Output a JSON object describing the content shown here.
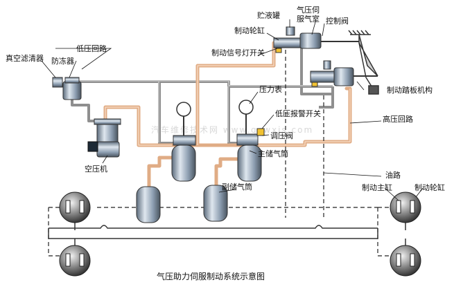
{
  "title": "气压助力伺服制动系统示意图",
  "watermark": "汽车维修技术网 www.qcwxjs.com",
  "colors": {
    "low_pressure_pipe": "#9a9a9a",
    "high_pressure_pipe": "#e8b48c",
    "metal": "#8c9db0",
    "metal_dark": "#4a5560",
    "oil_line": "#222222"
  },
  "labels": {
    "vacuum_filter": "真空滤清器",
    "antifreeze": "防冻器",
    "low_pressure_circuit": "低压回路",
    "fluid_reservoir": "贮液罐",
    "servo_chamber": "气压伺\n服气室",
    "control_valve": "控制阀",
    "brake_wheel_cylinder_top": "制动轮缸",
    "brake_light_switch": "制动信号灯开关",
    "pressure_gauge": "压力表",
    "low_pressure_alarm_switch": "低压报警开关",
    "regulator_valve": "调压阀",
    "main_air_tank": "主储气筒",
    "brake_pedal_mechanism": "制动踏板机构",
    "high_pressure_circuit": "高压回路",
    "air_compressor": "空压机",
    "auxiliary_air_tank": "副储气筒",
    "oil_line": "油路",
    "master_cylinder": "制动主缸",
    "brake_wheel_cylinder_right": "制动轮缸"
  }
}
